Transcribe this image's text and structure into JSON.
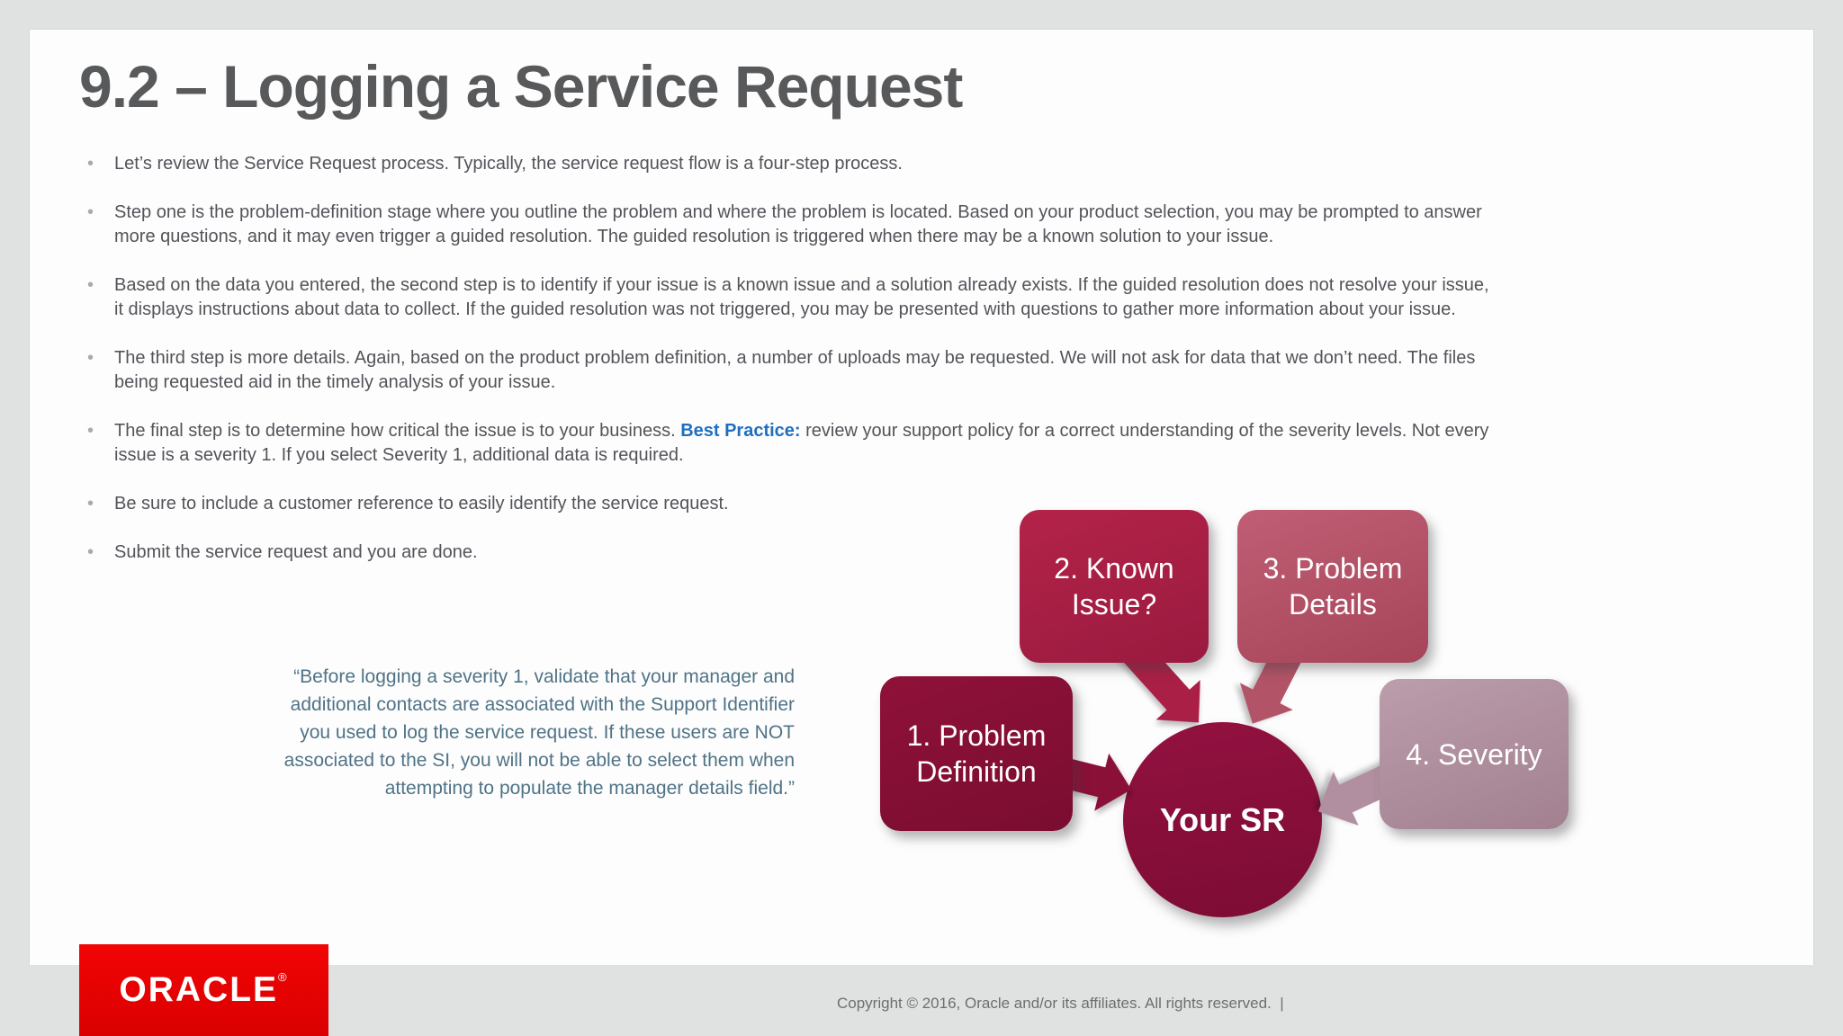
{
  "slide": {
    "title": "9.2 – Logging a Service Request",
    "bullets": [
      {
        "text": "Let’s review the Service Request process. Typically, the service request flow is a four-step process."
      },
      {
        "text": "Step one is the problem-definition stage where you outline the problem and where the problem is located. Based on your product selection, you may be prompted to answer\nmore questions, and it may even trigger a guided resolution. The guided resolution is triggered when there may be a known solution to your issue."
      },
      {
        "text": "Based on the data you entered, the second step is to identify if your issue is a known issue and a solution already exists. If the guided resolution does not resolve your issue,\nit displays instructions about data to collect. If the guided resolution was not triggered, you may be presented with questions to gather more information about your issue."
      },
      {
        "text": "The third step is more details. Again, based on the product problem definition, a number of uploads may be requested. We will not ask for data that we don’t need. The files\nbeing requested aid in the timely analysis of your issue."
      },
      {
        "pre": "The final step is to determine how critical the issue is to your business. ",
        "highlight": "Best Practice:",
        "post": " review your support policy for a correct understanding of the severity levels. Not every\nissue is a severity 1. If you select Severity 1, additional data is required."
      },
      {
        "text": "Be sure to include a customer reference to easily identify the service request."
      },
      {
        "text": "Submit the service request and you are done."
      }
    ],
    "quote": {
      "text": "“Before logging a severity 1, validate that your manager and\nadditional contacts are associated with the Support Identifier\nyou used to log the service request. If these users are NOT\nassociated to the SI, you will not be able to select them when\nattempting to populate the manager details field.”"
    },
    "diagram": {
      "box1": {
        "label": "1. Problem\nDefinition",
        "color": "#87113a"
      },
      "box2": {
        "label": "2. Known\nIssue?",
        "color": "#ab2047"
      },
      "box3": {
        "label": "3. Problem\nDetails",
        "color": "#b5526b"
      },
      "box4": {
        "label": "4. Severity",
        "color": "#b092a1"
      },
      "center": {
        "label": "Your SR",
        "color": "#8c0f3a"
      }
    },
    "footer": {
      "logo_text": "ORACLE",
      "logo_reg": "®",
      "copyright": "Copyright © 2016, Oracle and/or its affiliates. All rights reserved.  |"
    },
    "colors": {
      "oracle_red": "#e90000",
      "best_practice_blue": "#1f6fc0",
      "quote_blue": "#4f7386",
      "body_gray": "#525459",
      "title_gray": "#58595b",
      "background_gray": "#dfe2e1"
    }
  }
}
